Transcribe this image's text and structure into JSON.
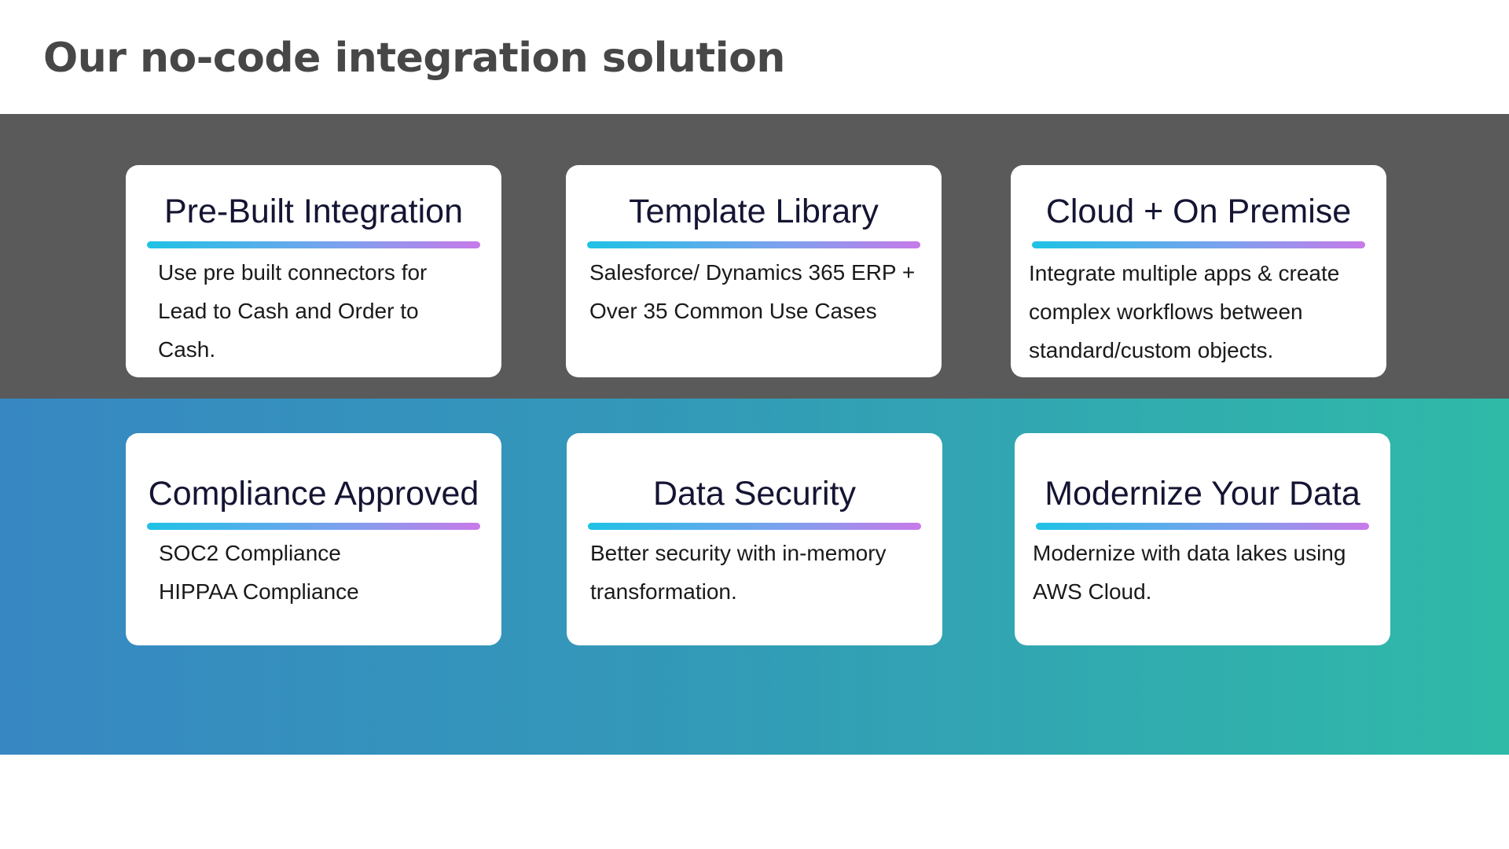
{
  "page": {
    "title": "Our no-code integration solution"
  },
  "colors": {
    "dark_band": "#5a5a5a",
    "gradient_start": "#3788c2",
    "gradient_end": "#2fbaa8",
    "accent_bar_start": "#1ec2e5",
    "accent_bar_end": "#c77ae9",
    "title_text": "#474747"
  },
  "cards": [
    {
      "title": "Pre-Built Integration",
      "lines": [
        "Use pre built connectors for",
        "Lead to Cash and Order to",
        "Cash."
      ]
    },
    {
      "title": "Template Library",
      "lines": [
        "Salesforce/ Dynamics 365 ERP +",
        "Over 35 Common Use Cases"
      ]
    },
    {
      "title": "Cloud + On Premise",
      "lines": [
        "Integrate multiple apps & create",
        "complex workflows between",
        "standard/custom objects."
      ]
    },
    {
      "title": "Compliance Approved",
      "lines": [
        "SOC2 Compliance",
        "HIPPAA Compliance"
      ]
    },
    {
      "title": "Data Security",
      "lines": [
        "Better security with in-memory",
        "transformation."
      ]
    },
    {
      "title": "Modernize Your Data",
      "lines": [
        "Modernize with data lakes using",
        "AWS Cloud."
      ]
    }
  ]
}
